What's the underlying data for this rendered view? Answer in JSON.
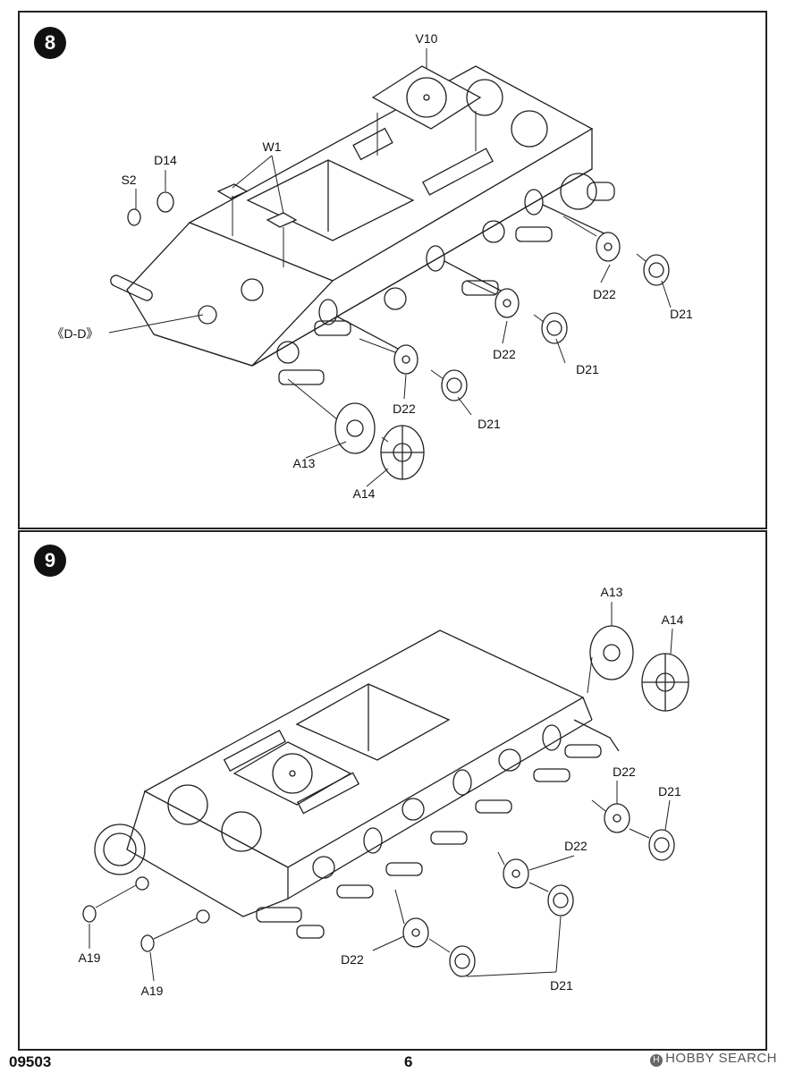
{
  "steps": [
    {
      "number": "8",
      "labels": {
        "v10": "V10",
        "w1": "W1",
        "d14": "D14",
        "s2": "S2",
        "dd": "《D-D》",
        "a13": "A13",
        "a14": "A14",
        "d22": "D22",
        "d21": "D21"
      }
    },
    {
      "number": "9",
      "labels": {
        "a13": "A13",
        "a14": "A14",
        "a19": "A19",
        "d22": "D22",
        "d21": "D21"
      }
    }
  ],
  "footer": {
    "code": "09503",
    "page": "6"
  },
  "watermark": {
    "brand_mark": "H",
    "text": "HOBBY SEARCH"
  }
}
